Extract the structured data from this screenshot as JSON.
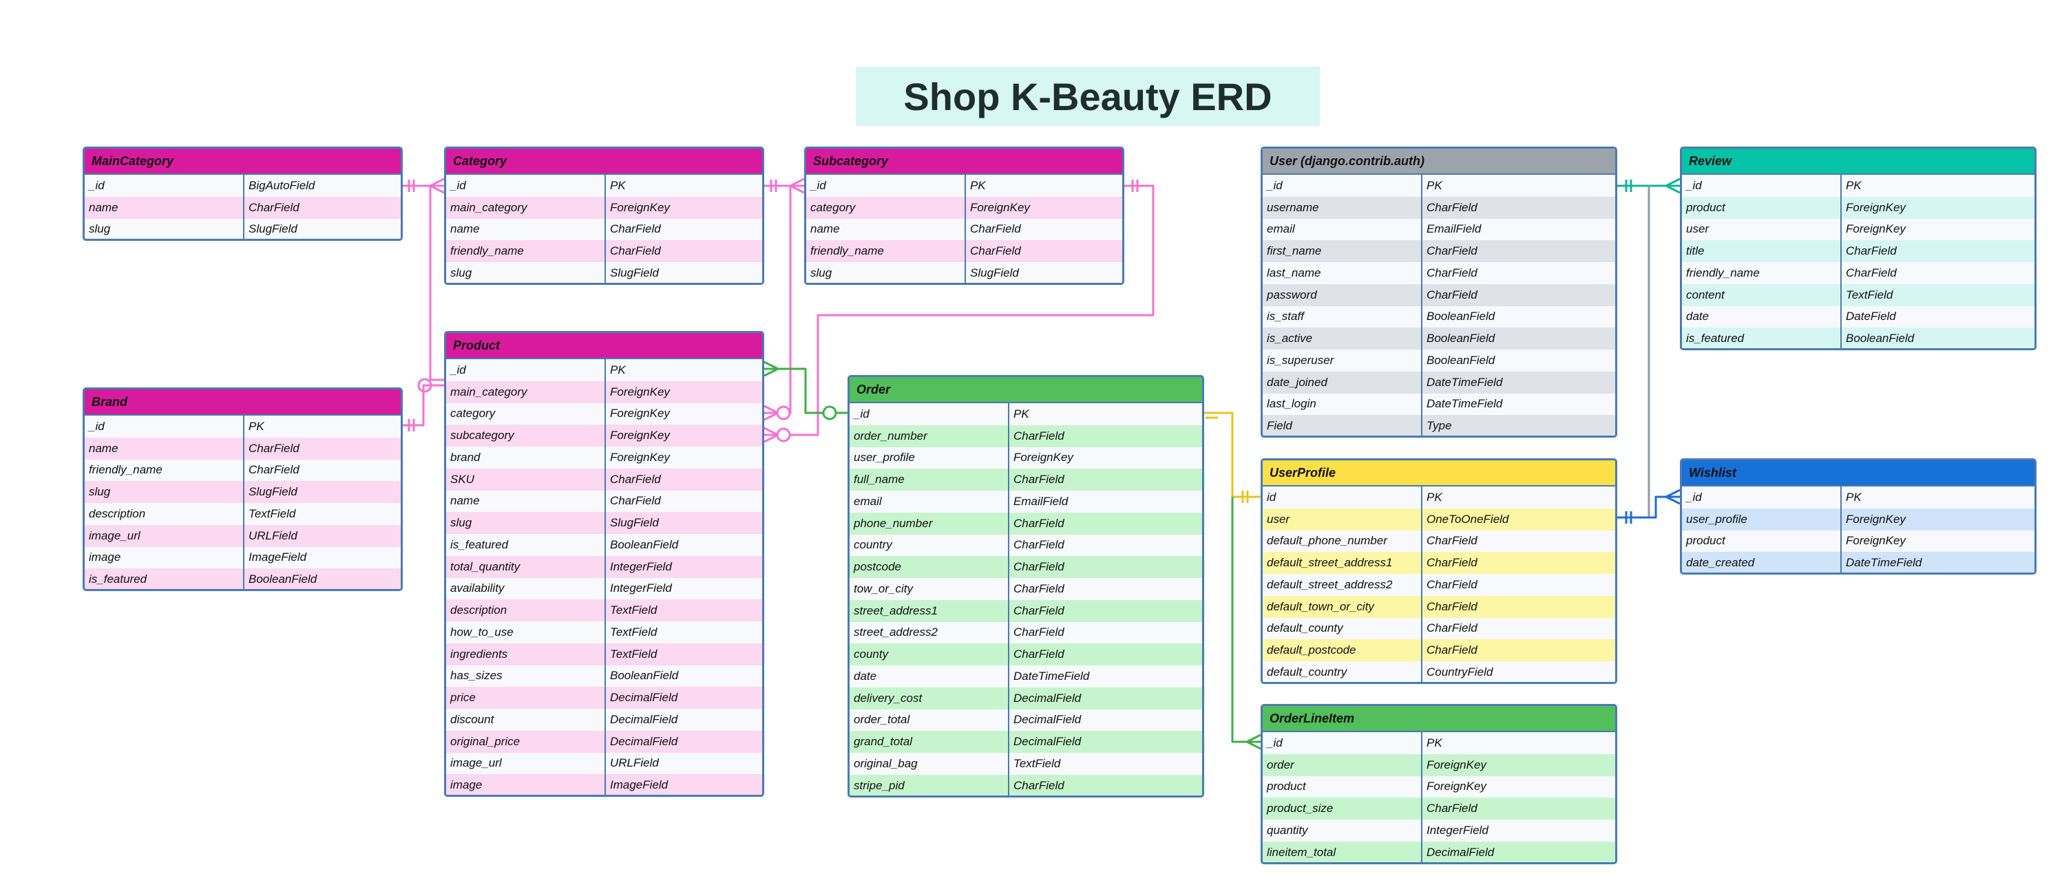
{
  "title": "Shop K-Beauty ERD",
  "colors": {
    "magenta_header": "#d81b9e",
    "magenta_row": "#fcd8f1",
    "green_header": "#52be5c",
    "green_row": "#c6f5cd",
    "gray_header": "#9ca3ab",
    "gray_row": "#dfe2e6",
    "teal_header": "#06c2a6",
    "teal_row": "#d6f7f1",
    "yellow_header": "#fde047",
    "yellow_row": "#fdf6a4",
    "blue_header": "#1870d9",
    "blue_row": "#cfe3fb",
    "base_row": "#f7f9fc",
    "border": "#4a7bb0",
    "pink_line": "#f472d0",
    "green_line": "#3fae4a",
    "teal_line": "#10b39a",
    "yellow_line": "#e8c321",
    "blue_line": "#1e6ed4",
    "slate_line": "#8e98a8"
  },
  "entities": [
    {
      "id": "maincategory",
      "name": "MainCategory",
      "theme": "magenta",
      "fields": [
        {
          "name": "_id",
          "type": "BigAutoField"
        },
        {
          "name": "name",
          "type": "CharField"
        },
        {
          "name": "slug",
          "type": "SlugField"
        }
      ]
    },
    {
      "id": "category",
      "name": "Category",
      "theme": "magenta",
      "fields": [
        {
          "name": "_id",
          "type": "PK"
        },
        {
          "name": "main_category",
          "type": "ForeignKey"
        },
        {
          "name": "name",
          "type": "CharField"
        },
        {
          "name": "friendly_name",
          "type": "CharField"
        },
        {
          "name": "slug",
          "type": "SlugField"
        }
      ]
    },
    {
      "id": "subcategory",
      "name": "Subcategory",
      "theme": "magenta",
      "fields": [
        {
          "name": "_id",
          "type": "PK"
        },
        {
          "name": "category",
          "type": "ForeignKey"
        },
        {
          "name": "name",
          "type": "CharField"
        },
        {
          "name": "friendly_name",
          "type": "CharField"
        },
        {
          "name": "slug",
          "type": "SlugField"
        }
      ]
    },
    {
      "id": "brand",
      "name": "Brand",
      "theme": "magenta",
      "fields": [
        {
          "name": "_id",
          "type": "PK"
        },
        {
          "name": "name",
          "type": "CharField"
        },
        {
          "name": "friendly_name",
          "type": "CharField"
        },
        {
          "name": "slug",
          "type": "SlugField"
        },
        {
          "name": "description",
          "type": "TextField"
        },
        {
          "name": "image_url",
          "type": "URLField"
        },
        {
          "name": "image",
          "type": "ImageField"
        },
        {
          "name": "is_featured",
          "type": "BooleanField"
        }
      ]
    },
    {
      "id": "product",
      "name": "Product",
      "theme": "magenta",
      "fields": [
        {
          "name": "_id",
          "type": "PK"
        },
        {
          "name": "main_category",
          "type": "ForeignKey"
        },
        {
          "name": "category",
          "type": "ForeignKey"
        },
        {
          "name": "subcategory",
          "type": "ForeignKey"
        },
        {
          "name": "brand",
          "type": "ForeignKey"
        },
        {
          "name": "SKU",
          "type": "CharField"
        },
        {
          "name": "name",
          "type": "CharField"
        },
        {
          "name": "slug",
          "type": "SlugField"
        },
        {
          "name": "is_featured",
          "type": "BooleanField"
        },
        {
          "name": "total_quantity",
          "type": "IntegerField"
        },
        {
          "name": "availability",
          "type": "IntegerField"
        },
        {
          "name": "description",
          "type": "TextField"
        },
        {
          "name": "how_to_use",
          "type": "TextField"
        },
        {
          "name": "ingredients",
          "type": "TextField"
        },
        {
          "name": "has_sizes",
          "type": "BooleanField"
        },
        {
          "name": "price",
          "type": "DecimalField"
        },
        {
          "name": "discount",
          "type": "DecimalField"
        },
        {
          "name": "original_price",
          "type": "DecimalField"
        },
        {
          "name": "image_url",
          "type": "URLField"
        },
        {
          "name": "image",
          "type": "ImageField"
        }
      ]
    },
    {
      "id": "order",
      "name": "Order",
      "theme": "green",
      "fields": [
        {
          "name": "_id",
          "type": "PK"
        },
        {
          "name": "order_number",
          "type": "CharField"
        },
        {
          "name": "user_profile",
          "type": "ForeignKey"
        },
        {
          "name": "full_name",
          "type": "CharField"
        },
        {
          "name": "email",
          "type": "EmailField"
        },
        {
          "name": "phone_number",
          "type": "CharField"
        },
        {
          "name": "country",
          "type": "CharField"
        },
        {
          "name": "postcode",
          "type": "CharField"
        },
        {
          "name": "tow_or_city",
          "type": "CharField"
        },
        {
          "name": "street_address1",
          "type": "CharField"
        },
        {
          "name": "street_address2",
          "type": "CharField"
        },
        {
          "name": "county",
          "type": "CharField"
        },
        {
          "name": "date",
          "type": "DateTimeField"
        },
        {
          "name": "delivery_cost",
          "type": "DecimalField"
        },
        {
          "name": "order_total",
          "type": "DecimalField"
        },
        {
          "name": "grand_total",
          "type": "DecimalField"
        },
        {
          "name": "original_bag",
          "type": "TextField"
        },
        {
          "name": "stripe_pid",
          "type": "CharField"
        }
      ]
    },
    {
      "id": "user",
      "name": "User (django.contrib.auth)",
      "theme": "gray",
      "fields": [
        {
          "name": "_id",
          "type": "PK"
        },
        {
          "name": "username",
          "type": "CharField"
        },
        {
          "name": "email",
          "type": "EmailField"
        },
        {
          "name": "first_name",
          "type": "CharField"
        },
        {
          "name": "last_name",
          "type": "CharField"
        },
        {
          "name": "password",
          "type": "CharField"
        },
        {
          "name": "is_staff",
          "type": "BooleanField"
        },
        {
          "name": "is_active",
          "type": "BooleanField"
        },
        {
          "name": "is_superuser",
          "type": "BooleanField"
        },
        {
          "name": "date_joined",
          "type": "DateTimeField"
        },
        {
          "name": "last_login",
          "type": "DateTimeField"
        },
        {
          "name": "Field",
          "type": "Type"
        }
      ]
    },
    {
      "id": "userprofile",
      "name": "UserProfile",
      "theme": "yellow",
      "fields": [
        {
          "name": "id",
          "type": "PK"
        },
        {
          "name": "user",
          "type": "OneToOneField"
        },
        {
          "name": "default_phone_number",
          "type": "CharField"
        },
        {
          "name": "default_street_address1",
          "type": "CharField"
        },
        {
          "name": "default_street_address2",
          "type": "CharField"
        },
        {
          "name": "default_town_or_city",
          "type": "CharField"
        },
        {
          "name": "default_county",
          "type": "CharField"
        },
        {
          "name": "default_postcode",
          "type": "CharField"
        },
        {
          "name": "default_country",
          "type": "CountryField"
        }
      ]
    },
    {
      "id": "orderlineitem",
      "name": "OrderLineItem",
      "theme": "green",
      "fields": [
        {
          "name": "_id",
          "type": "PK"
        },
        {
          "name": "order",
          "type": "ForeignKey"
        },
        {
          "name": "product",
          "type": "ForeignKey"
        },
        {
          "name": "product_size",
          "type": "CharField"
        },
        {
          "name": "quantity",
          "type": "IntegerField"
        },
        {
          "name": "lineitem_total",
          "type": "DecimalField"
        }
      ]
    },
    {
      "id": "review",
      "name": "Review",
      "theme": "teal",
      "fields": [
        {
          "name": "_id",
          "type": "PK"
        },
        {
          "name": "product",
          "type": "ForeignKey"
        },
        {
          "name": "user",
          "type": "ForeignKey"
        },
        {
          "name": "title",
          "type": "CharField"
        },
        {
          "name": "friendly_name",
          "type": "CharField"
        },
        {
          "name": "content",
          "type": "TextField"
        },
        {
          "name": "date",
          "type": "DateField"
        },
        {
          "name": "is_featured",
          "type": "BooleanField"
        }
      ]
    },
    {
      "id": "wishlist",
      "name": "Wishlist",
      "theme": "blue",
      "fields": [
        {
          "name": "_id",
          "type": "PK"
        },
        {
          "name": "user_profile",
          "type": "ForeignKey"
        },
        {
          "name": "product",
          "type": "ForeignKey"
        },
        {
          "name": "date_created",
          "type": "DateTimeField"
        }
      ]
    }
  ]
}
